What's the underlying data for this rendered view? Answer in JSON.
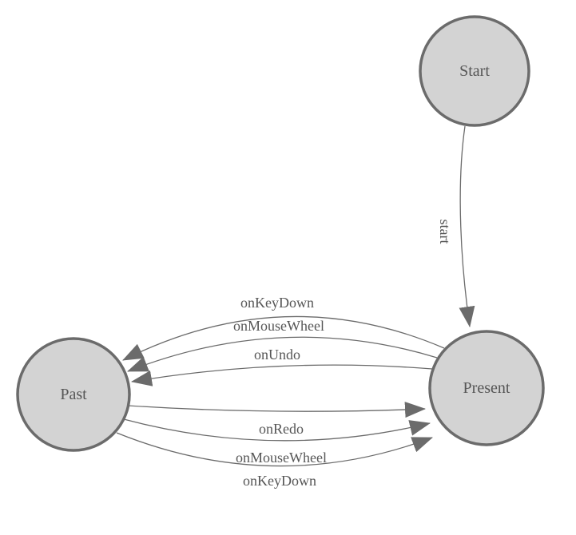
{
  "diagram": {
    "kind": "state-machine-graph",
    "background_color": "#ffffff",
    "colors": {
      "node_fill": "#d3d3d3",
      "node_border": "#6b6b6b",
      "edge_stroke": "#6b6b6b",
      "arrowhead_fill": "#6b6b6b",
      "label_text": "#565656"
    },
    "nodes": [
      {
        "id": "start",
        "label": "Start"
      },
      {
        "id": "present",
        "label": "Present"
      },
      {
        "id": "past",
        "label": "Past"
      }
    ],
    "edges": [
      {
        "from": "Start",
        "to": "Present",
        "label": "start"
      },
      {
        "from": "Present",
        "to": "Past",
        "label": "onKeyDown"
      },
      {
        "from": "Present",
        "to": "Past",
        "label": "onMouseWheel"
      },
      {
        "from": "Present",
        "to": "Past",
        "label": "onUndo"
      },
      {
        "from": "Past",
        "to": "Present",
        "label": "onRedo"
      },
      {
        "from": "Past",
        "to": "Present",
        "label": "onMouseWheel"
      },
      {
        "from": "Past",
        "to": "Present",
        "label": "onKeyDown"
      }
    ]
  }
}
